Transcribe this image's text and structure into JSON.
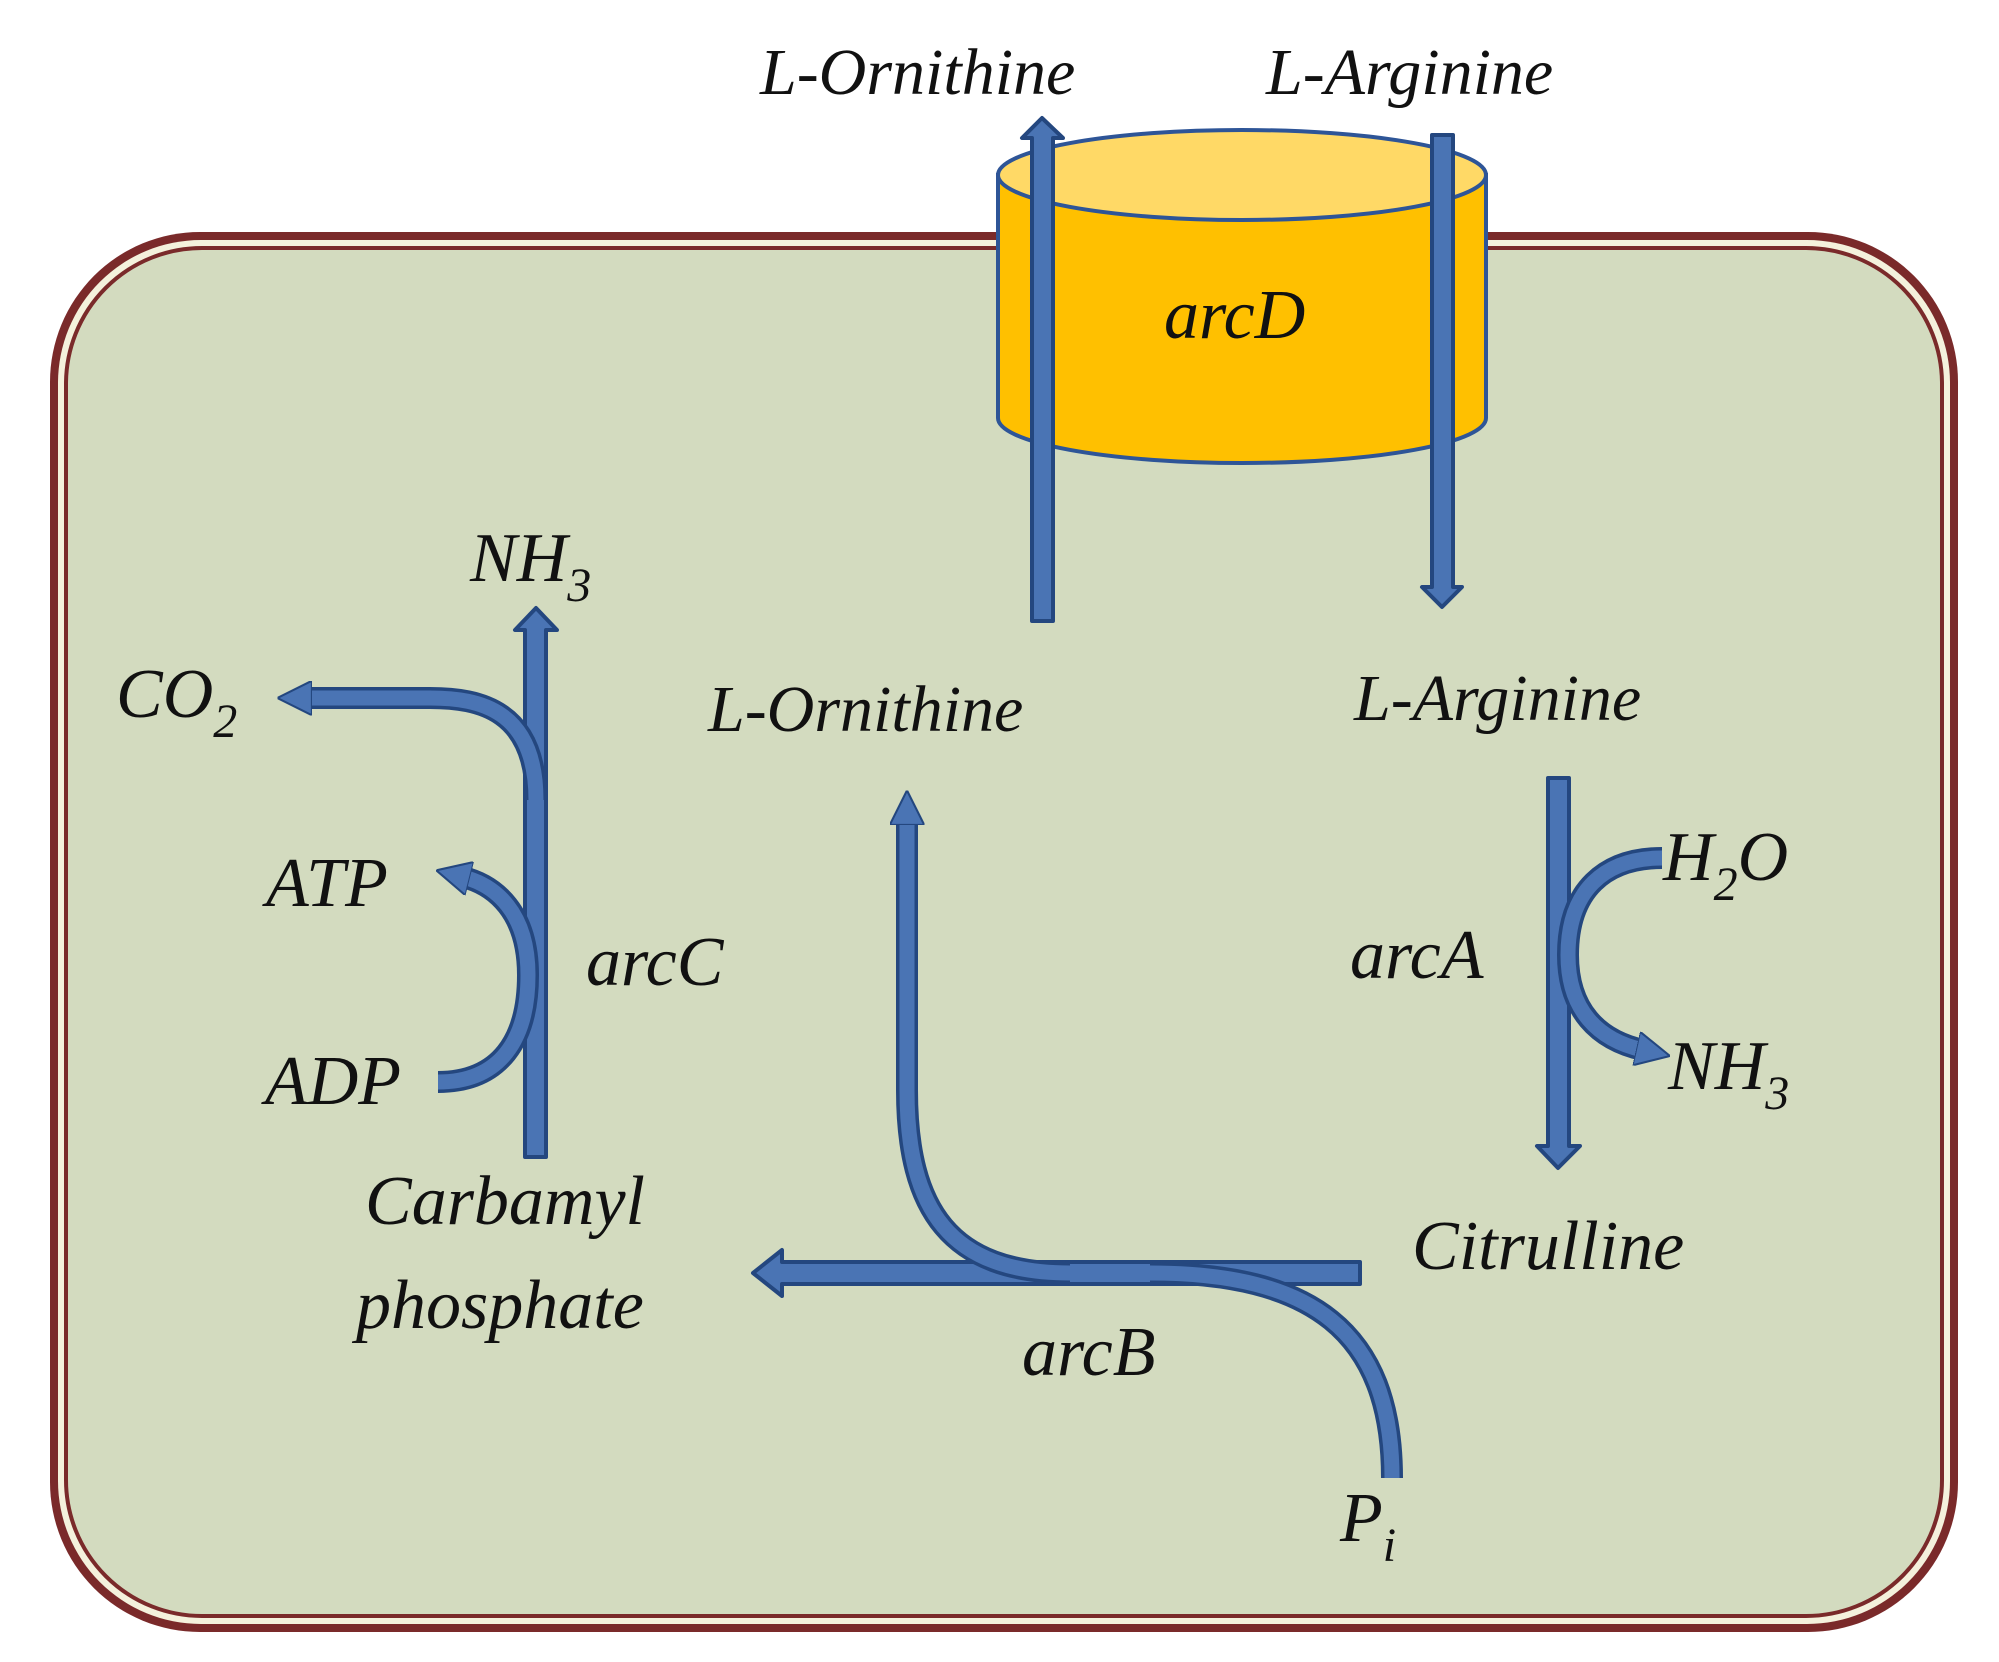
{
  "labels": {
    "ornithine_out": "L-Ornithine",
    "arginine_out": "L-Arginine",
    "transporter": "arcD",
    "ornithine_in": "L-Ornithine",
    "arginine_in": "L-Arginine",
    "nh3_top": "NH",
    "nh3_top_sub": "3",
    "co2": "CO",
    "co2_sub": "2",
    "atp": "ATP",
    "adp": "ADP",
    "arcC": "arcC",
    "carbamyl_line1": "Carbamyl",
    "carbamyl_line2": "phosphate",
    "arcB": "arcB",
    "pi": "P",
    "pi_sub": "i",
    "citrulline": "Citrulline",
    "arcA": "arcA",
    "h2o_h": "H",
    "h2o_sub": "2",
    "h2o_o": "O",
    "nh3_right": "NH",
    "nh3_right_sub": "3"
  },
  "colors": {
    "cell_fill": "#d3dbbf",
    "cell_border": "#7a2a2a",
    "transporter_side": "#ffc000",
    "transporter_top": "#ffd966",
    "transporter_edge": "#2e5597",
    "arrow_fill": "#4a74b4",
    "arrow_stroke": "#24477f"
  }
}
